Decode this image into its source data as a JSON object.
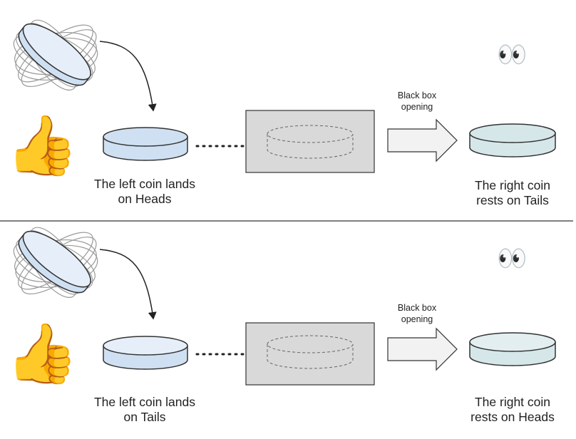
{
  "panels": [
    {
      "left_caption_line1": "The left coin lands",
      "left_caption_line2": "on Heads",
      "arrow_label_line1": "Black box",
      "arrow_label_line2": "opening",
      "right_caption_line1": "The right coin",
      "right_caption_line2": "rests on Tails"
    },
    {
      "left_caption_line1": "The left coin lands",
      "left_caption_line2": "on Tails",
      "arrow_label_line1": "Black box",
      "arrow_label_line2": "opening",
      "right_caption_line1": "The right coin",
      "right_caption_line2": "rests on Heads"
    }
  ],
  "icons": {
    "thumbs_up": "👍",
    "eyes": "👀"
  },
  "colors": {
    "left_coin_fill": "#cfe0f2",
    "right_coin_fill": "#d6e7ea",
    "box_fill": "#d9d9d9",
    "arrow_fill": "#f2f2f2"
  }
}
